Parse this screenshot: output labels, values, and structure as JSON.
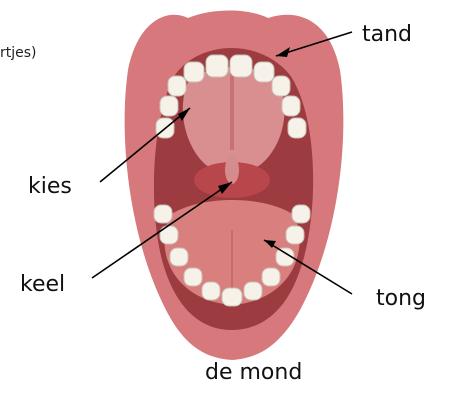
{
  "labels": {
    "partial": "rtjes)",
    "tand": "tand",
    "kies": "kies",
    "keel": "keel",
    "tong": "tong",
    "caption": "de mond"
  },
  "colors": {
    "lip": "#d6787c",
    "mouth_dark": "#9c3b40",
    "palate": "#d98e90",
    "throat": "#b8464b",
    "tongue": "#d9807f",
    "tooth": "#f6f2ea"
  }
}
